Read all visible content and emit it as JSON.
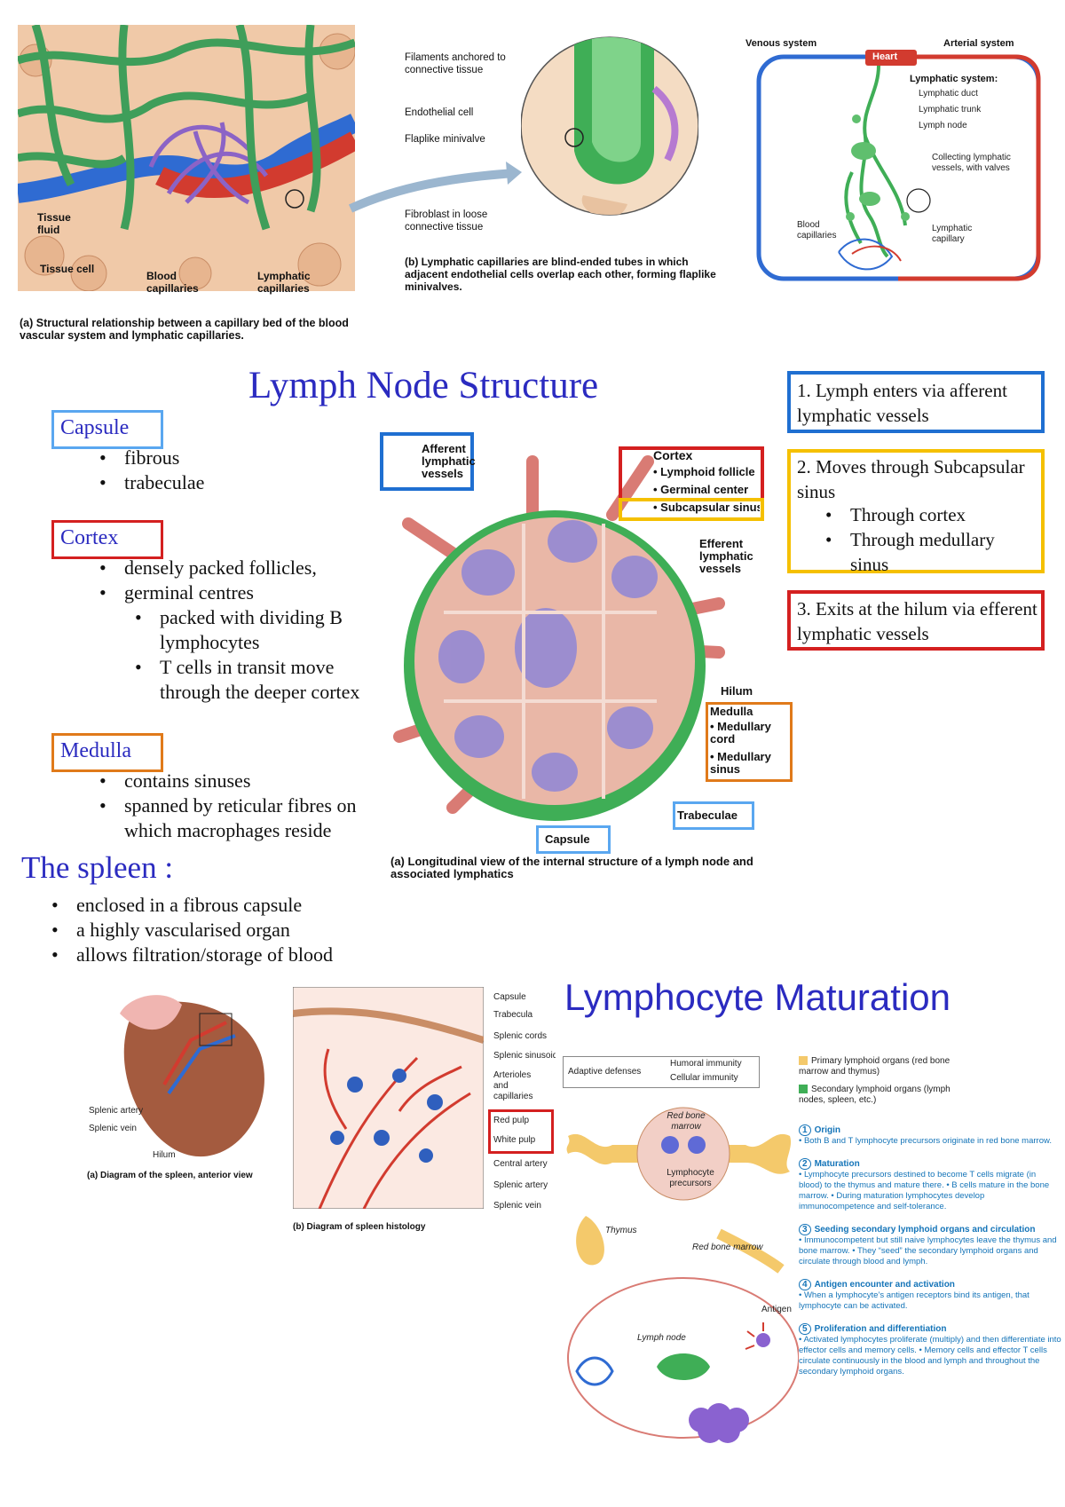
{
  "top_panel": {
    "a_labels": {
      "tissue_fluid": "Tissue fluid",
      "tissue_cell": "Tissue cell",
      "blood_capillaries": "Blood capillaries",
      "lymphatic_capillaries": "Lymphatic capillaries"
    },
    "a_caption": "(a) Structural relationship between a capillary bed of the blood vascular system and lymphatic capillaries.",
    "b_labels": {
      "filaments": "Filaments anchored to connective tissue",
      "endothelial": "Endothelial cell",
      "minivalve": "Flaplike minivalve",
      "fibroblast": "Fibroblast in loose connective tissue"
    },
    "b_caption": "(b) Lymphatic capillaries are blind-ended tubes in which adjacent endothelial cells overlap each other, forming flaplike minivalves.",
    "c_labels": {
      "venous": "Venous system",
      "heart": "Heart",
      "arterial": "Arterial system",
      "lymphatic_system": "Lymphatic system:",
      "lymphatic_duct": "Lymphatic duct",
      "lymphatic_trunk": "Lymphatic trunk",
      "lymph_node": "Lymph node",
      "collecting": "Collecting lymphatic vessels, with valves",
      "blood_capillaries": "Blood capillaries",
      "lymphatic_capillary": "Lymphatic capillary"
    }
  },
  "lymph_node": {
    "title": "Lymph Node Structure",
    "capsule_heading": "Capsule",
    "capsule_items": [
      "fibrous",
      "trabeculae"
    ],
    "cortex_heading": "Cortex",
    "cortex_items": [
      "densely packed follicles,",
      "germinal centres"
    ],
    "cortex_sub_items": [
      "packed with dividing B lymphocytes",
      "T cells in transit move through the deeper cortex"
    ],
    "medulla_heading": "Medulla",
    "medulla_items": [
      "contains sinuses",
      "spanned by reticular fibres on which macrophages reside"
    ],
    "diagram_labels": {
      "afferent": "Afferent lymphatic vessels",
      "cortex": "Cortex",
      "lymphoid_follicle": "• Lymphoid follicle",
      "germinal_center": "• Germinal center",
      "subcapsular_sinus": "• Subcapsular sinus",
      "efferent": "Efferent lymphatic vessels",
      "hilum": "Hilum",
      "medulla": "Medulla",
      "medullary_cord": "• Medullary cord",
      "medullary_sinus": "• Medullary sinus",
      "trabeculae": "Trabeculae",
      "capsule": "Capsule"
    },
    "diagram_caption": "(a) Longitudinal view of the internal structure of a lymph node and associated lymphatics",
    "steps": {
      "step1": "1.   Lymph enters via afferent lymphatic vessels",
      "step2_title": "2.   Moves through Subcapsular sinus",
      "step2_items": [
        "Through cortex",
        "Through medullary sinus"
      ],
      "step3": "3.   Exits at the hilum via efferent lymphatic vessels"
    }
  },
  "spleen": {
    "title": "The spleen :",
    "items": [
      "enclosed in a fibrous capsule",
      "a highly vascularised organ",
      "allows filtration/storage of blood"
    ],
    "a_labels": {
      "splenic_artery": "Splenic artery",
      "splenic_vein": "Splenic vein",
      "hilum": "Hilum"
    },
    "a_caption": "(a) Diagram of the spleen, anterior view",
    "b_labels": [
      "Capsule",
      "Trabecula",
      "Splenic cords",
      "Splenic sinusoids",
      "Arterioles and capillaries",
      "Red pulp",
      "White pulp",
      "Central artery",
      "Splenic artery",
      "Splenic vein"
    ],
    "b_caption": "(b) Diagram of spleen histology"
  },
  "maturation": {
    "title": "Lymphocyte Maturation",
    "adaptive": "Adaptive defenses",
    "humoral": "Humoral immunity",
    "cellular": "Cellular immunity",
    "legend_primary": "Primary lymphoid organs (red bone marrow and thymus)",
    "legend_secondary": "Secondary lymphoid organs (lymph nodes, spleen, etc.)",
    "red_bone_marrow_circle": "Red bone marrow",
    "precursors": "Lymphocyte precursors",
    "thymus": "Thymus",
    "red_bone_marrow": "Red bone marrow",
    "lymph_node": "Lymph node",
    "antigen": "Antigen",
    "steps": [
      {
        "num": "1",
        "title": "Origin",
        "text": "• Both B and T lymphocyte precursors originate in red bone marrow."
      },
      {
        "num": "2",
        "title": "Maturation",
        "text": "• Lymphocyte precursors destined to become T cells migrate (in blood) to the thymus and mature there. • B cells mature in the bone marrow. • During maturation lymphocytes develop immunocompetence and self-tolerance."
      },
      {
        "num": "3",
        "title": "Seeding secondary lymphoid organs and circulation",
        "text": "• Immunocompetent but still naive lymphocytes leave the thymus and bone marrow. • They “seed” the secondary lymphoid organs and circulate through blood and lymph."
      },
      {
        "num": "4",
        "title": "Antigen encounter and activation",
        "text": "• When a lymphocyte’s antigen receptors bind its antigen, that lymphocyte can be activated."
      },
      {
        "num": "5",
        "title": "Proliferation and differentiation",
        "text": "• Activated lymphocytes proliferate (multiply) and then differentiate into effector cells and memory cells. • Memory cells and effector T cells circulate continuously in the blood and lymph and throughout the secondary lymphoid organs."
      }
    ]
  },
  "colors": {
    "title_blue": "#2b2bc0",
    "box_blue": "#1f6fd1",
    "box_red": "#d42020",
    "box_yellow": "#f5c000",
    "box_orange": "#e07a1a",
    "lymph_green": "#3fae56",
    "vessel_red": "#d23b2f",
    "vessel_blue": "#2f6bd2"
  }
}
